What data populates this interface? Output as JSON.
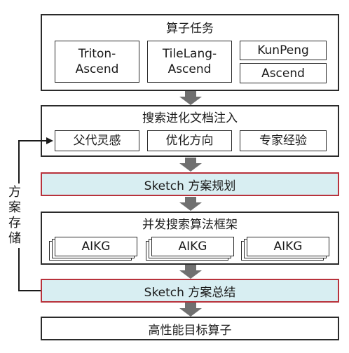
{
  "operator_tasks": {
    "title": "算子任务",
    "items": [
      "Triton-\nAscend",
      "TileLang-\nAscend",
      "KunPeng",
      "Ascend"
    ]
  },
  "search_docs": {
    "title": "搜索进化文档注入",
    "items": [
      "父代灵感",
      "优化方向",
      "专家经验"
    ]
  },
  "sketch_plan": "Sketch 方案规划",
  "parallel_search": {
    "title": "并发搜索算法框架",
    "items": [
      "AIKG",
      "AIKG",
      "AIKG"
    ]
  },
  "sketch_summary": "Sketch 方案总结",
  "output": "高性能目标算子",
  "side_label": [
    "方",
    "案",
    "存",
    "储"
  ],
  "colors": {
    "sketch_fill": "#d8eef2",
    "sketch_border": "#b8323c",
    "arrow": "#707070",
    "border": "#2b2b2b"
  }
}
